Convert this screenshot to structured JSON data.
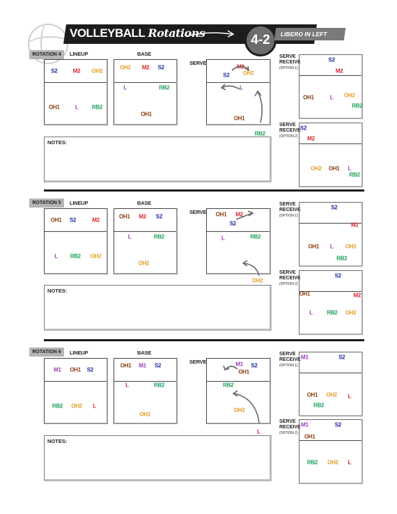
{
  "header": {
    "title": "VOLLEYBALL",
    "title_script": "Rotations",
    "formation": "4-2",
    "libero_note": "LIBERO IN LEFT BACK (LB)"
  },
  "labels": {
    "lineup": "LINEUP",
    "base": "BASE",
    "serve": "SERVE",
    "serve_receive": "SERVE",
    "receive": "RECEIVE",
    "option1": "(OPTION 1)",
    "option2": "(OPTION 2)",
    "notes": "NOTES:"
  },
  "colors": {
    "S2": "#1f2aa0",
    "M2": "#d8242c",
    "M1": "#9b3bb5",
    "OH1": "#8a3e12",
    "OH2": "#e3a02c",
    "L": "#a23bb5",
    "L_red": "#d8242c",
    "RB2": "#1aa05a"
  },
  "rotations": [
    {
      "tag": "ROTATION 4",
      "lineup": [
        {
          "t": "S2",
          "c": "S2"
        },
        {
          "t": "M2",
          "c": "M2"
        },
        {
          "t": "OH2",
          "c": "OH2"
        },
        {
          "t": "OH1",
          "c": "OH1"
        },
        {
          "t": "L",
          "c": "L"
        },
        {
          "t": "RB2",
          "c": "RB2"
        }
      ],
      "base": [
        {
          "t": "OH2",
          "c": "OH2"
        },
        {
          "t": "M2",
          "c": "M2"
        },
        {
          "t": "S2",
          "c": "S2"
        },
        {
          "t": "L",
          "c": "L"
        },
        {
          "t": "RB2",
          "c": "RB2"
        },
        {
          "t": "OH1",
          "c": "OH1"
        }
      ],
      "serve": [
        {
          "t": "M2",
          "c": "M2"
        },
        {
          "t": "S2",
          "c": "S2"
        },
        {
          "t": "OH2",
          "c": "OH2"
        },
        {
          "t": "L",
          "c": "L"
        },
        {
          "t": "OH1",
          "c": "OH1"
        },
        {
          "t": "RB2",
          "c": "RB2"
        }
      ],
      "sr1": [
        {
          "t": "S2",
          "c": "S2"
        },
        {
          "t": "M2",
          "c": "M2"
        },
        {
          "t": "OH1",
          "c": "OH1"
        },
        {
          "t": "L",
          "c": "L"
        },
        {
          "t": "OH2",
          "c": "OH2"
        },
        {
          "t": "RB2",
          "c": "RB2"
        }
      ],
      "sr2": [
        {
          "t": "S2",
          "c": "S2"
        },
        {
          "t": "M2",
          "c": "M2"
        },
        {
          "t": "OH2",
          "c": "OH2"
        },
        {
          "t": "OH1",
          "c": "OH1"
        },
        {
          "t": "L",
          "c": "L"
        },
        {
          "t": "RB2",
          "c": "RB2"
        }
      ]
    },
    {
      "tag": "ROTATION 5",
      "lineup": [
        {
          "t": "OH1",
          "c": "OH1"
        },
        {
          "t": "S2",
          "c": "S2"
        },
        {
          "t": "M2",
          "c": "M2"
        },
        {
          "t": "L",
          "c": "L"
        },
        {
          "t": "RB2",
          "c": "RB2"
        },
        {
          "t": "OH2",
          "c": "OH2"
        }
      ],
      "base": [
        {
          "t": "OH1",
          "c": "OH1"
        },
        {
          "t": "M2",
          "c": "M2"
        },
        {
          "t": "S2",
          "c": "S2"
        },
        {
          "t": "L",
          "c": "L"
        },
        {
          "t": "RB2",
          "c": "RB2"
        },
        {
          "t": "OH2",
          "c": "OH2"
        }
      ],
      "serve": [
        {
          "t": "OH1",
          "c": "OH1"
        },
        {
          "t": "M2",
          "c": "M2"
        },
        {
          "t": "S2",
          "c": "S2"
        },
        {
          "t": "L",
          "c": "L"
        },
        {
          "t": "RB2",
          "c": "RB2"
        },
        {
          "t": "OH2",
          "c": "OH2"
        }
      ],
      "sr1": [
        {
          "t": "S2",
          "c": "S2"
        },
        {
          "t": "M2",
          "c": "M2"
        },
        {
          "t": "OH1",
          "c": "OH1"
        },
        {
          "t": "L",
          "c": "L"
        },
        {
          "t": "OH2",
          "c": "OH2"
        },
        {
          "t": "RB2",
          "c": "RB2"
        }
      ],
      "sr2": [
        {
          "t": "S2",
          "c": "S2"
        },
        {
          "t": "OH1",
          "c": "OH1"
        },
        {
          "t": "M2",
          "c": "M2"
        },
        {
          "t": "L",
          "c": "L"
        },
        {
          "t": "RB2",
          "c": "RB2"
        },
        {
          "t": "OH2",
          "c": "OH2"
        }
      ]
    },
    {
      "tag": "ROTATION 6",
      "lineup": [
        {
          "t": "M1",
          "c": "M1"
        },
        {
          "t": "OH1",
          "c": "OH1"
        },
        {
          "t": "S2",
          "c": "S2"
        },
        {
          "t": "RB2",
          "c": "RB2"
        },
        {
          "t": "OH2",
          "c": "OH2"
        },
        {
          "t": "L",
          "c": "L_red"
        }
      ],
      "base": [
        {
          "t": "OH1",
          "c": "OH1"
        },
        {
          "t": "M1",
          "c": "M1"
        },
        {
          "t": "S2",
          "c": "S2"
        },
        {
          "t": "L",
          "c": "L_red"
        },
        {
          "t": "RB2",
          "c": "RB2"
        },
        {
          "t": "OH2",
          "c": "OH2"
        }
      ],
      "serve": [
        {
          "t": "M1",
          "c": "M1"
        },
        {
          "t": "S2",
          "c": "S2"
        },
        {
          "t": "OH1",
          "c": "OH1"
        },
        {
          "t": "RB2",
          "c": "RB2"
        },
        {
          "t": "OH2",
          "c": "OH2"
        },
        {
          "t": "L",
          "c": "L_red"
        }
      ],
      "sr1": [
        {
          "t": "M1",
          "c": "M1"
        },
        {
          "t": "S2",
          "c": "S2"
        },
        {
          "t": "OH1",
          "c": "OH1"
        },
        {
          "t": "OH2",
          "c": "OH2"
        },
        {
          "t": "L",
          "c": "L_red"
        },
        {
          "t": "RB2",
          "c": "RB2"
        }
      ],
      "sr2": [
        {
          "t": "M1",
          "c": "M1"
        },
        {
          "t": "S2",
          "c": "S2"
        },
        {
          "t": "OH1",
          "c": "OH1"
        },
        {
          "t": "RB2",
          "c": "RB2"
        },
        {
          "t": "OH2",
          "c": "OH2"
        },
        {
          "t": "L",
          "c": "L_red"
        }
      ]
    }
  ]
}
